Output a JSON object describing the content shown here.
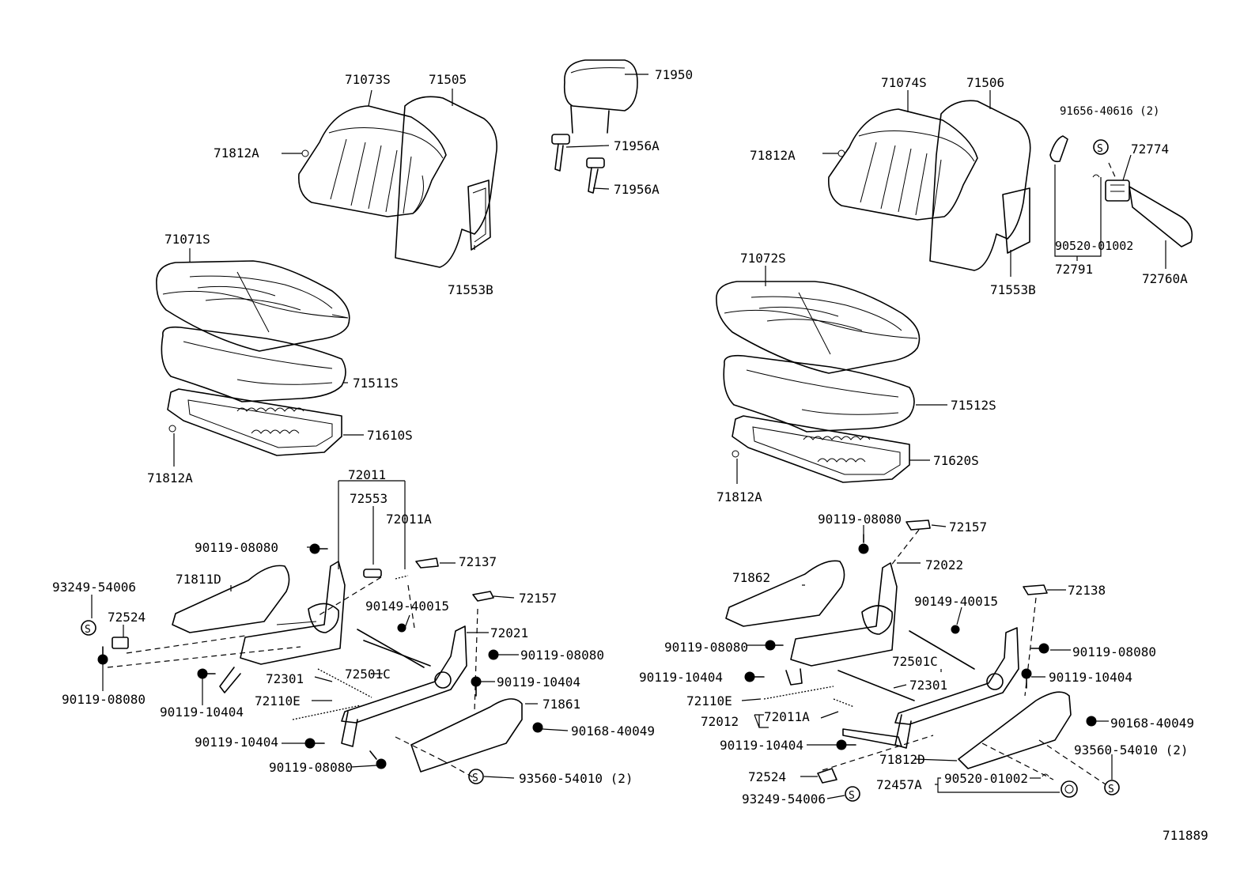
{
  "diagram_code": "711889",
  "left_seat": {
    "headrest": "71950",
    "headrest_support_1": "71956A",
    "headrest_support_2": "71956A",
    "back_cover": "71073S",
    "back_board": "71505",
    "back_clip": "71812A",
    "back_pad": "71553B",
    "cushion_cover": "71071S",
    "cushion_pad": "71511S",
    "cushion_frame": "71610S",
    "cushion_clip": "71812A",
    "adjuster_assy": "72011",
    "adjuster_sub": "72553",
    "adjuster_sub_a": "72011A",
    "bolt_top": "90119-08080",
    "cover_a": "72137",
    "screw_93249": "93249-54006",
    "shield_inner": "71811D",
    "cover_72524": "72524",
    "clip_90149": "90149-40015",
    "cover_72157": "72157",
    "track_72021": "72021",
    "bolt_right_1": "90119-08080",
    "bolt_left_bottom": "90119-08080",
    "bolt_10404_a": "90119-10404",
    "link_72301": "72301",
    "rod_72501C": "72501C",
    "bolt_10404_b": "90119-10404",
    "spring_72110E": "72110E",
    "shield_71861": "71861",
    "bolt_10404_c": "90119-10404",
    "nut_90168": "90168-40049",
    "bolt_bottom": "90119-08080",
    "screw_93560": "93560-54010 (2)"
  },
  "right_seat": {
    "back_cover": "71074S",
    "back_board": "71506",
    "back_clip": "71812A",
    "back_pad": "71553B",
    "cushion_cover": "71072S",
    "cushion_pad": "71512S",
    "cushion_frame": "71620S",
    "cushion_clip": "71812A",
    "screw_91656": "91656-40616 (2)",
    "lever_72774": "72774",
    "clip_90520_top": "90520-01002",
    "knob_72791": "72791",
    "lever_72760A": "72760A",
    "bolt_top": "90119-08080",
    "cover_72157": "72157",
    "adjuster_72022": "72022",
    "shield_71862": "71862",
    "clip_90149": "90149-40015",
    "cover_72138": "72138",
    "bolt_left": "90119-08080",
    "bolt_right": "90119-08080",
    "rod_72501C": "72501C",
    "bolt_10404_left": "90119-10404",
    "bolt_10404_right": "90119-10404",
    "link_72301": "72301",
    "spring_72110E": "72110E",
    "adjuster_72012": "72012",
    "adjuster_72011A": "72011A",
    "nut_90168": "90168-40049",
    "bolt_10404_bottom": "90119-10404",
    "shield_71812D": "71812D",
    "screw_93560": "93560-54010 (2)",
    "cover_72524": "72524",
    "clip_90520_bottom": "90520-01002",
    "knob_72457A": "72457A",
    "screw_93249": "93249-54006"
  }
}
